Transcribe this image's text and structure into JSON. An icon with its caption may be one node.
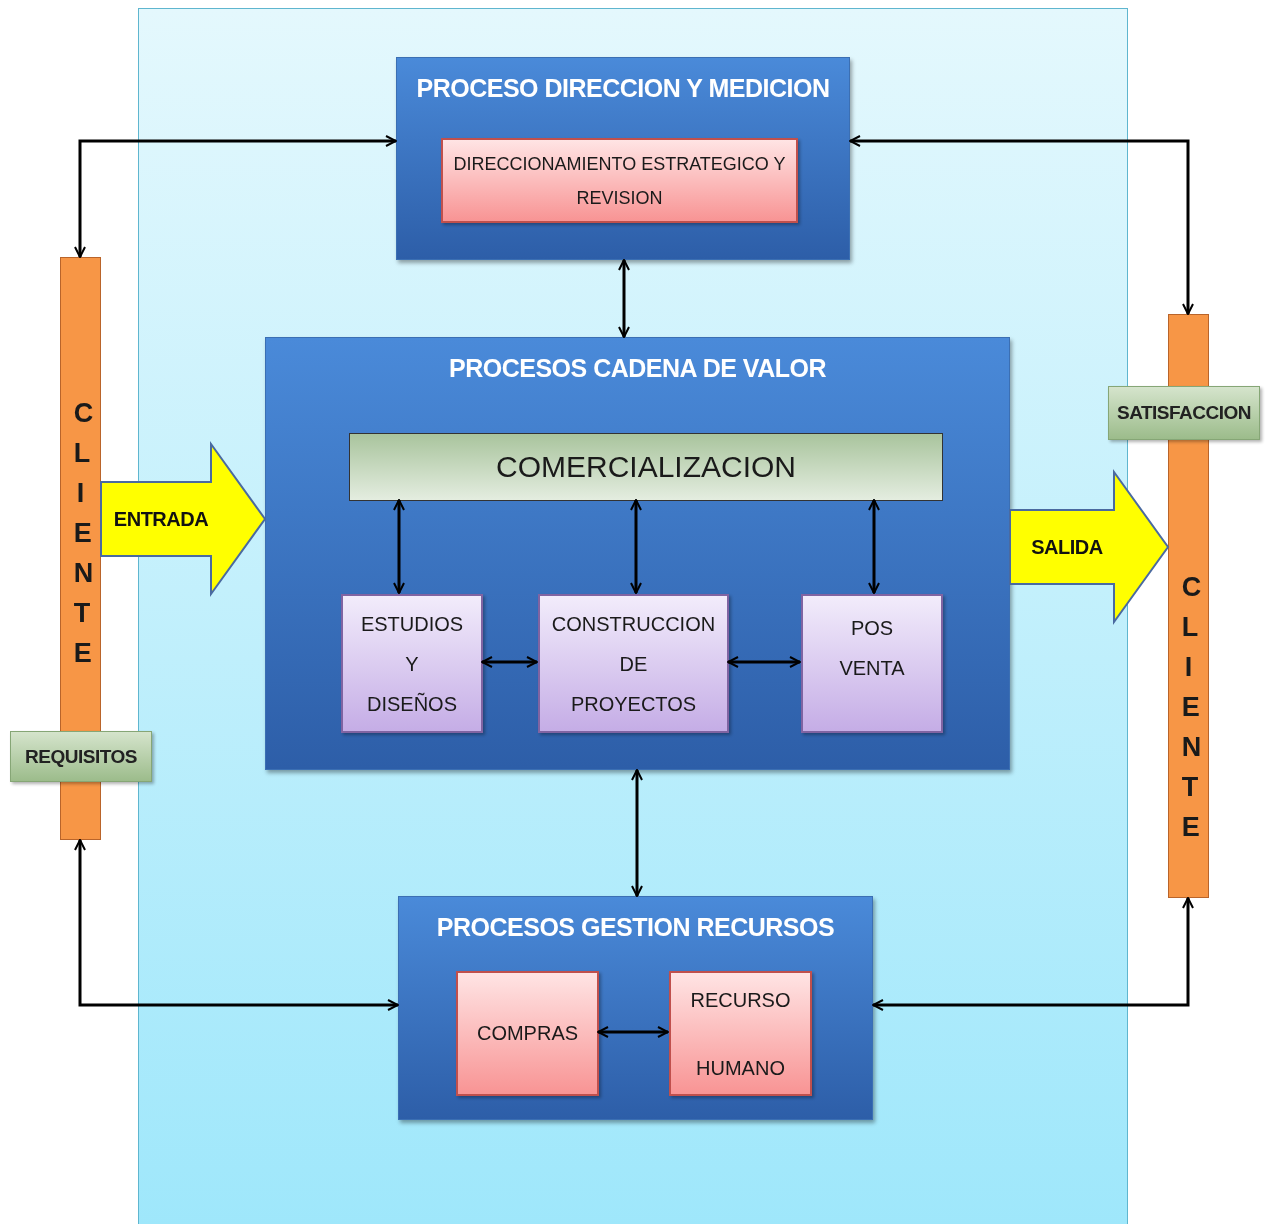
{
  "diagram": {
    "nodes": [
      {
        "text": [
          "PROCESO DIRECCION Y MEDICION"
        ]
      },
      {
        "text": [
          "DIRECCIONAMIENTO ESTRATEGICO Y REVISION"
        ],
        "in": 0
      },
      {
        "text": [
          "CLIENTE"
        ]
      },
      {
        "text": [
          "REQUISITOS"
        ]
      },
      {
        "text": [
          "PROCESOS CADENA DE VALOR"
        ]
      },
      {
        "text": [
          "COMERCIALIZACION"
        ],
        "in": 4
      },
      {
        "text": [
          "ESTUDIOS Y DISEÑOS"
        ],
        "in": 4
      },
      {
        "text": [
          "CONSTRUCCION DE PROYECTOS"
        ],
        "in": 4
      },
      {
        "text": [
          "POS VENTA"
        ],
        "in": 4
      },
      {
        "text": [
          "CLIENTE"
        ]
      },
      {
        "text": [
          "SATISFACCION"
        ]
      },
      {
        "text": [
          "PROCESOS GESTION RECURSOS"
        ]
      },
      {
        "text": [
          "COMPRAS"
        ],
        "in": 11
      },
      {
        "text": [
          "RECURSO HUMANO"
        ],
        "in": 11
      }
    ],
    "edges": [
      {
        "from": 2,
        "to": 0,
        "arrow": "both"
      },
      {
        "from": 9,
        "to": 0,
        "arrow": "both"
      },
      {
        "from": 0,
        "to": 4,
        "arrow": "both"
      },
      {
        "from": 5,
        "to": 6,
        "arrow": "both"
      },
      {
        "from": 5,
        "to": 7,
        "arrow": "both"
      },
      {
        "from": 5,
        "to": 8,
        "arrow": "both"
      },
      {
        "from": 6,
        "to": 7,
        "arrow": "both"
      },
      {
        "from": 7,
        "to": 8,
        "arrow": "both"
      },
      {
        "from": 4,
        "to": 11,
        "arrow": "both"
      },
      {
        "from": 2,
        "to": 11,
        "arrow": "both"
      },
      {
        "from": 9,
        "to": 11,
        "arrow": "both"
      },
      {
        "from": 12,
        "to": 13,
        "arrow": "both"
      },
      {
        "from": 2,
        "to": 4,
        "arrow": "to",
        "label": "ENTRADA",
        "style": "thick",
        "color": "#ffff00"
      },
      {
        "from": 4,
        "to": 9,
        "arrow": "to",
        "label": "SALIDA",
        "style": "thick",
        "color": "#ffff00"
      }
    ]
  }
}
